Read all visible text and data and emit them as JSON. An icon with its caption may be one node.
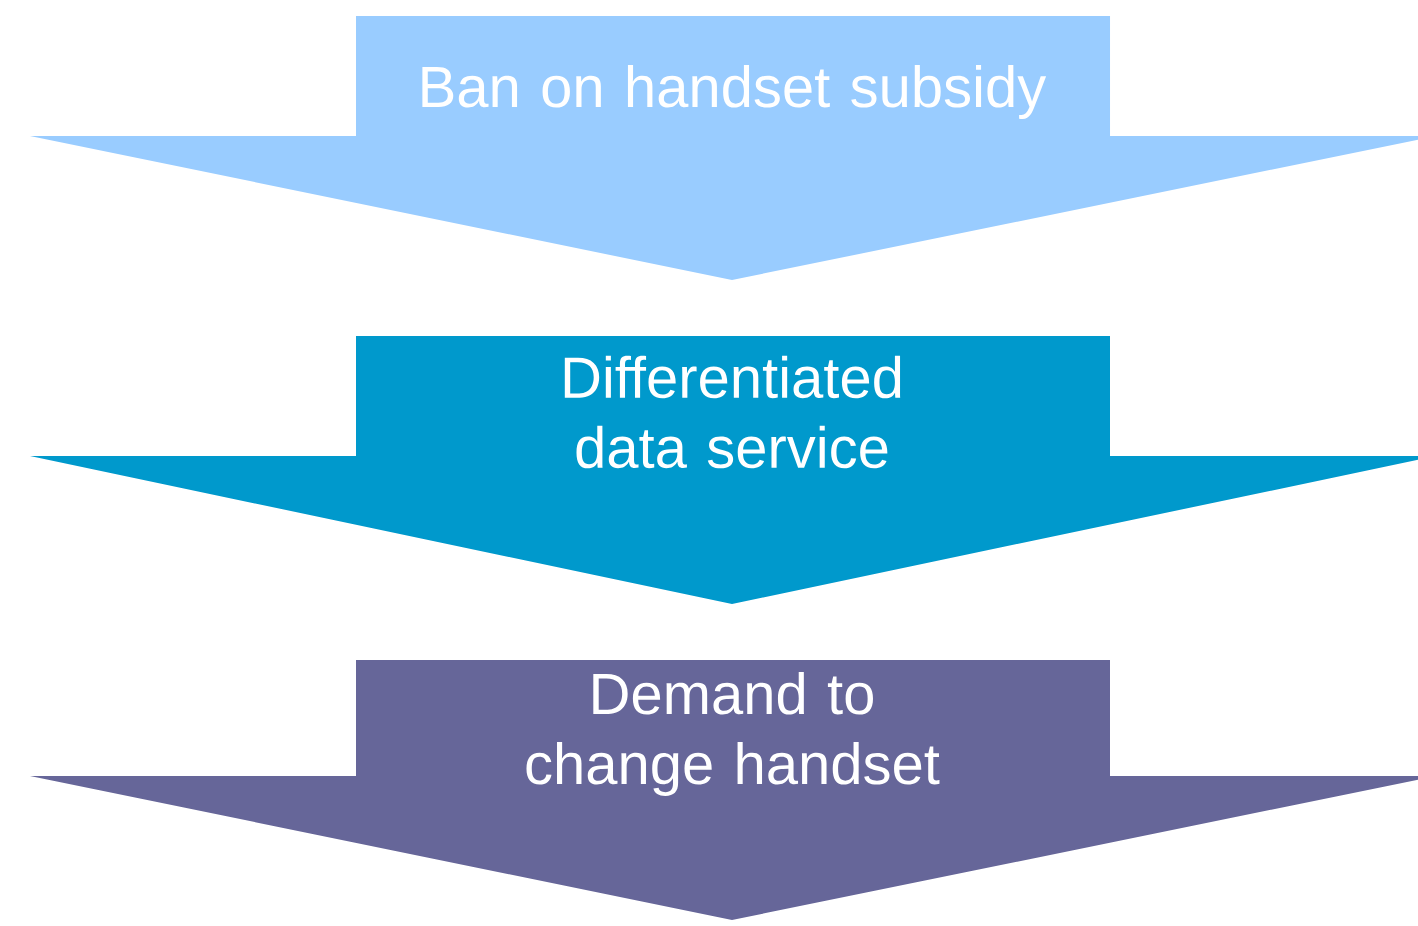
{
  "diagram": {
    "nodes": [
      {
        "text": [
          "Ban on handset subsidy"
        ]
      },
      {
        "text": [
          "Differentiated data service"
        ]
      },
      {
        "text": [
          "Demand to change handset"
        ]
      }
    ]
  }
}
